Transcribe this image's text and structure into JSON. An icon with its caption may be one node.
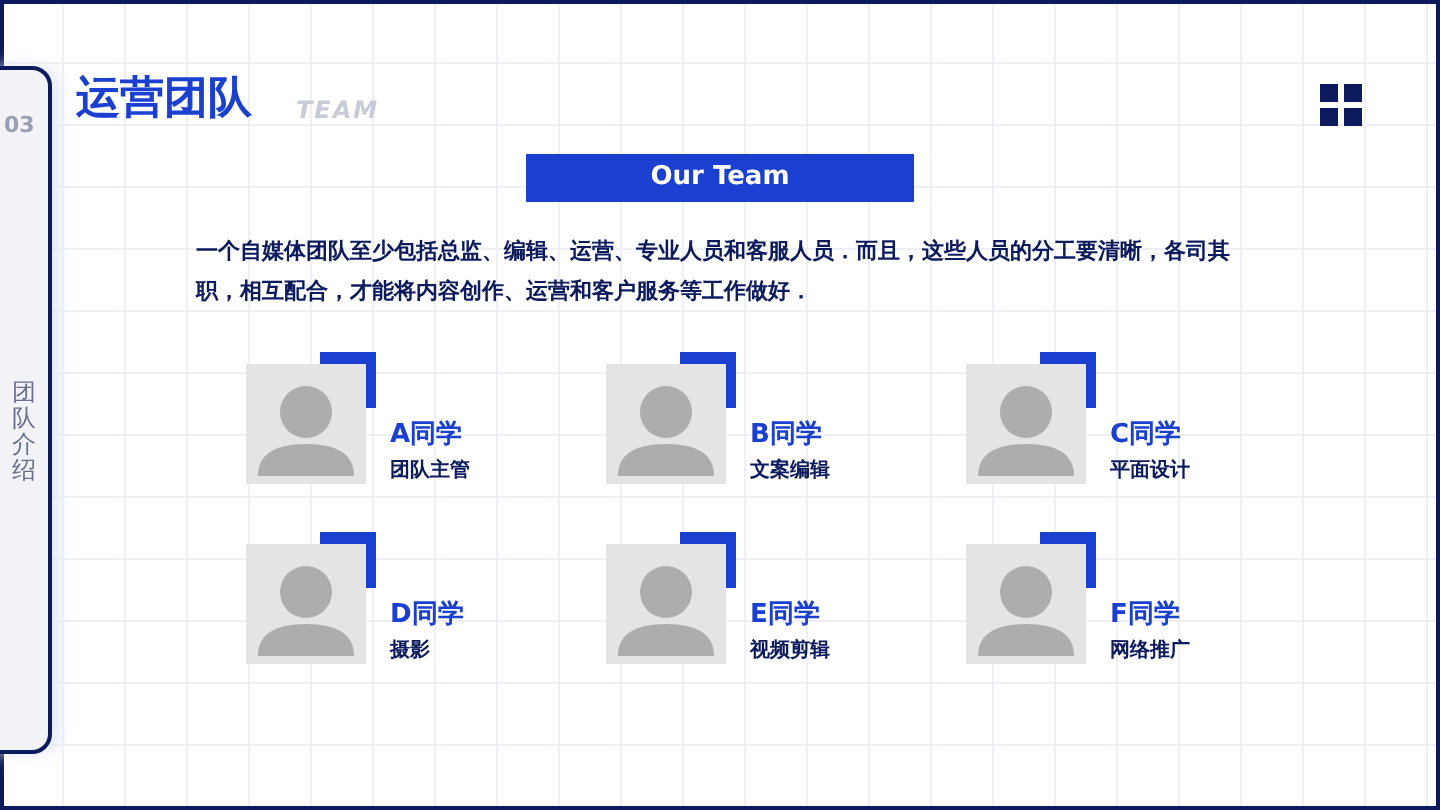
{
  "diagram": {
    "title": "运营团队",
    "nodes": [
      {
        "text": [
          "Our Team"
        ]
      },
      {
        "text": [
          "A同学",
          "团队主管"
        ]
      },
      {
        "text": [
          "B同学",
          "文案编辑"
        ]
      },
      {
        "text": [
          "C同学",
          "平面设计"
        ]
      },
      {
        "text": [
          "D同学",
          "摄影"
        ]
      },
      {
        "text": [
          "E同学",
          "视频剪辑"
        ]
      },
      {
        "text": [
          "F同学",
          "网络推广"
        ]
      }
    ],
    "edges": [],
    "labels": [
      "03",
      "TEAM",
      "团队介绍",
      "一个自媒体团队至少包括总监、编辑、运营、专业人员和客服人员．而且，这些人员的分工要清晰，各司其职，相互配合，才能将内容创作、运营和客户服务等工作做好．"
    ]
  }
}
